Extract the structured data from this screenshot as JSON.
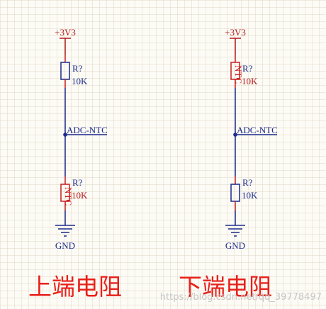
{
  "colors": {
    "wire": "#1b2a8c",
    "label_dark": "#1b2a8c",
    "label_red": "#b01818",
    "part": "#c81e1e",
    "cap": "#e8201a",
    "background": "#fdfbf5",
    "watermark": "#c7c7c7"
  },
  "left": {
    "vcc": "+3V3",
    "r_top": {
      "designator": "R?",
      "value": "10K",
      "type": "resistor"
    },
    "net": "ADC-NTC",
    "r_bottom": {
      "designator": "R?",
      "value": "10K",
      "body_text": "NTC",
      "type": "ntc"
    },
    "gnd": "GND",
    "caption": "上端电阻"
  },
  "right": {
    "vcc": "+3V3",
    "r_top": {
      "designator": "R?",
      "value": "10K",
      "body_text": "NTC",
      "type": "ntc"
    },
    "net": "ADC-NTC",
    "r_bottom": {
      "designator": "R?",
      "value": "10K",
      "type": "resistor"
    },
    "gnd": "GND",
    "caption": "下端电阻"
  },
  "watermark": "https://blog.csdn.net/qq_39778497"
}
